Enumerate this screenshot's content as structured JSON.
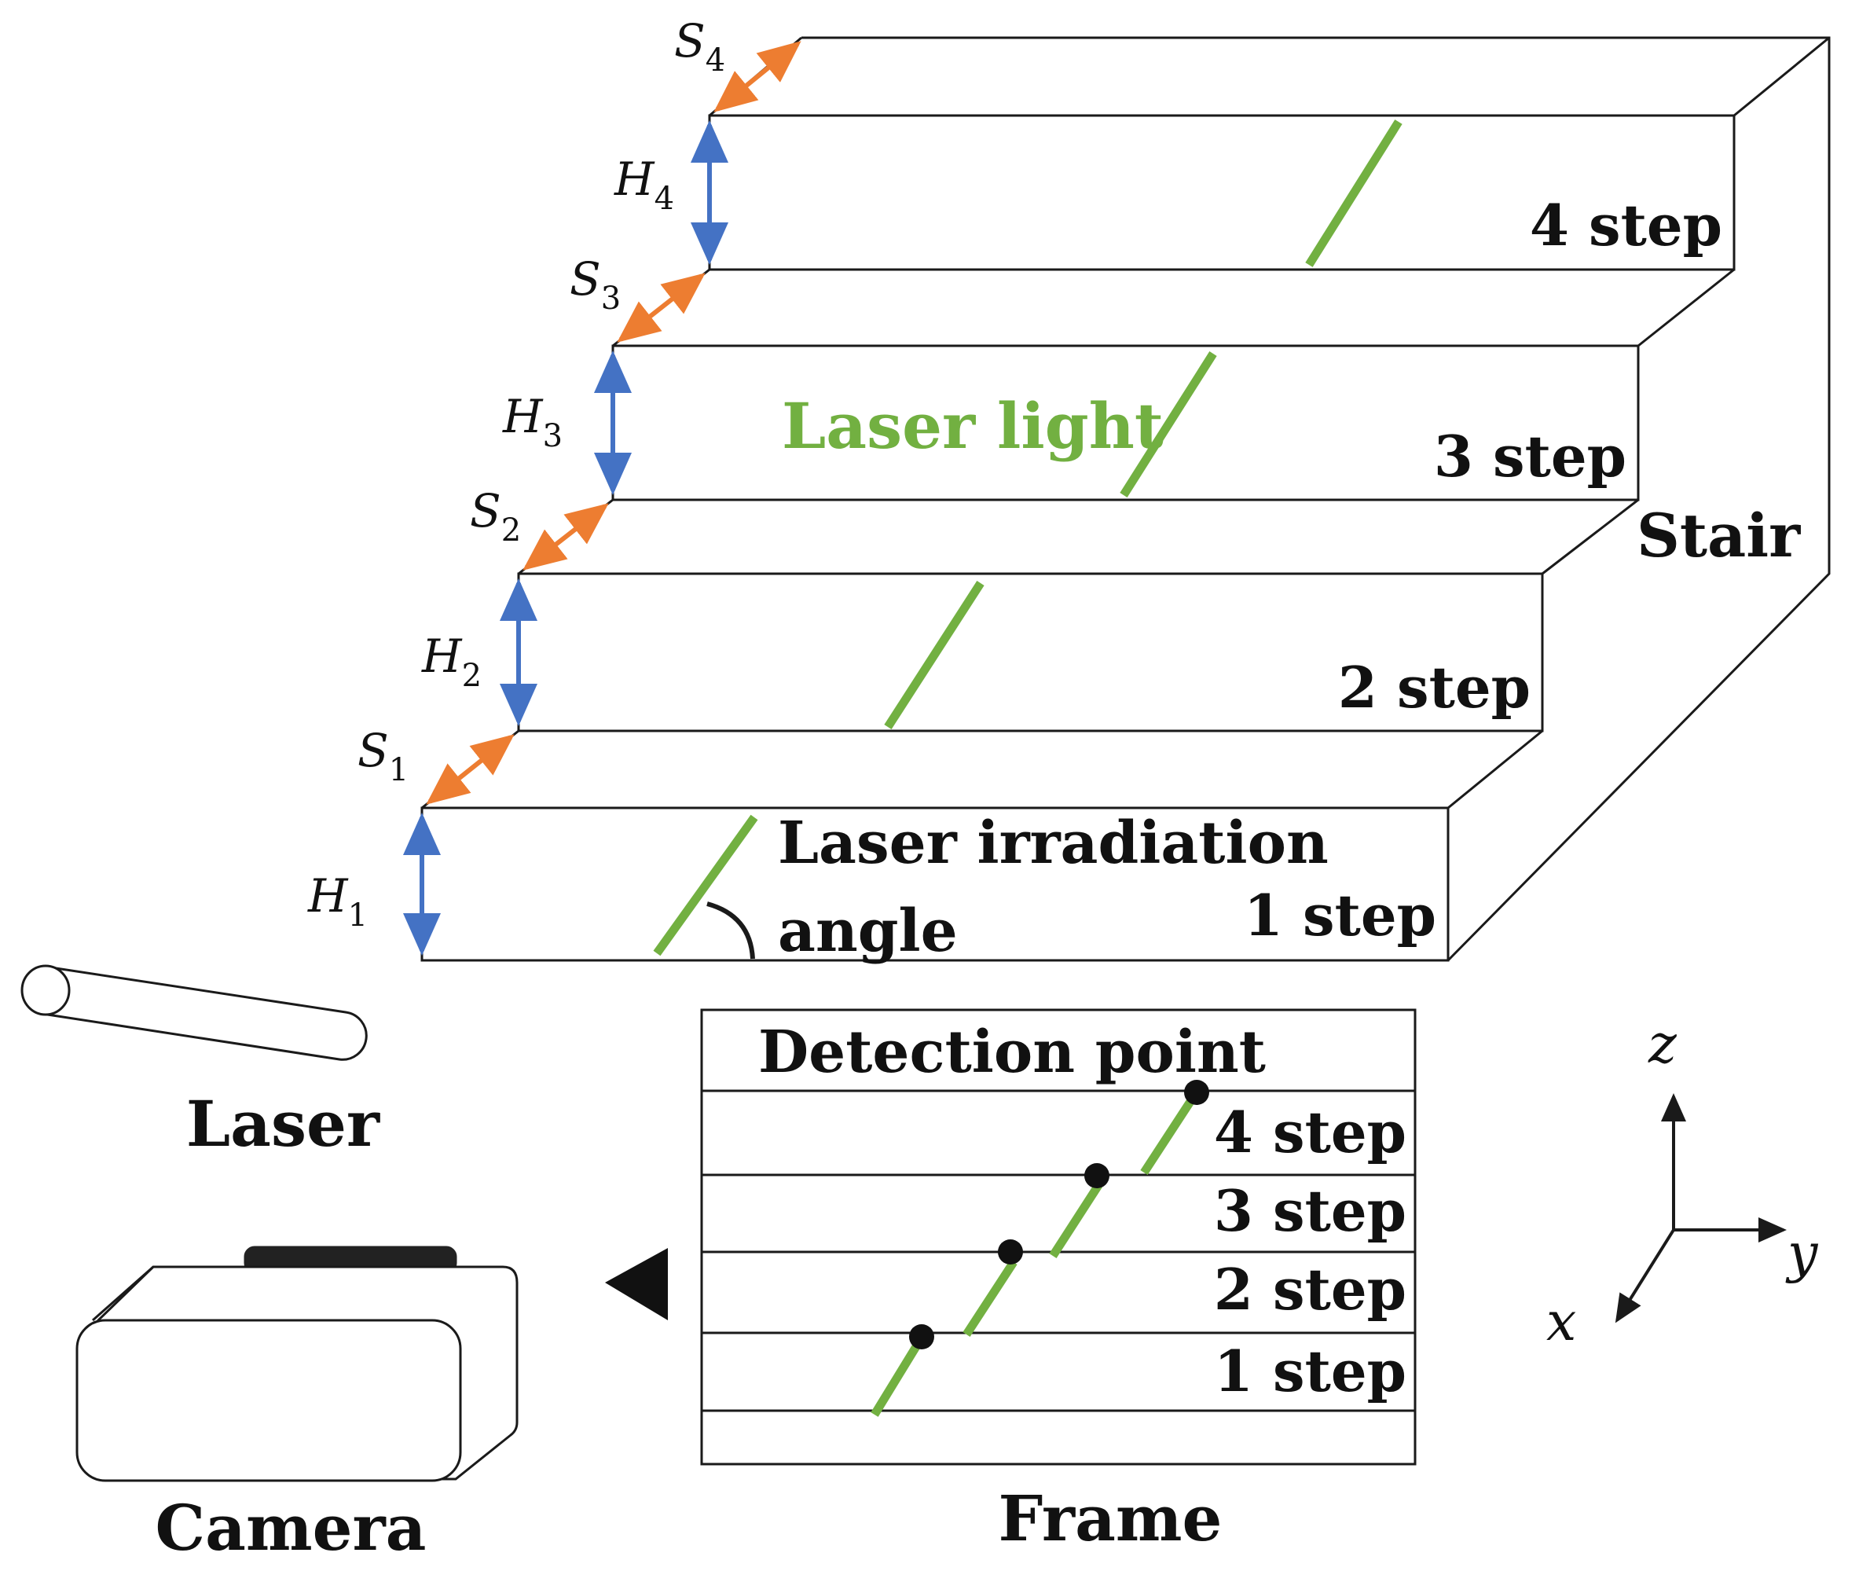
{
  "colors": {
    "line": "#1a1a1a",
    "laser": "#72b041",
    "height_arrow": "#4472c4",
    "depth_arrow": "#ed7d31",
    "text": "#111111"
  },
  "stair": {
    "label": "Stair",
    "steps": [
      {
        "label": "1 step",
        "height_var": "H",
        "height_sub": "1",
        "depth_var": "S",
        "depth_sub": "1"
      },
      {
        "label": "2 step",
        "height_var": "H",
        "height_sub": "2",
        "depth_var": "S",
        "depth_sub": "2"
      },
      {
        "label": "3 step",
        "height_var": "H",
        "height_sub": "3",
        "depth_var": "S",
        "depth_sub": "3"
      },
      {
        "label": "4 step",
        "height_var": "H",
        "height_sub": "4",
        "depth_var": "S",
        "depth_sub": "4"
      }
    ]
  },
  "laser_light_label": "Laser light",
  "irradiation_label_line1": "Laser irradiation",
  "irradiation_label_line2": "angle",
  "laser_label": "Laser",
  "camera_label": "Camera",
  "frame": {
    "title": "Detection point",
    "caption": "Frame",
    "rows": [
      "4 step",
      "3 step",
      "2 step",
      "1 step"
    ]
  },
  "axes": {
    "z": "z",
    "y": "y",
    "x": "x"
  }
}
